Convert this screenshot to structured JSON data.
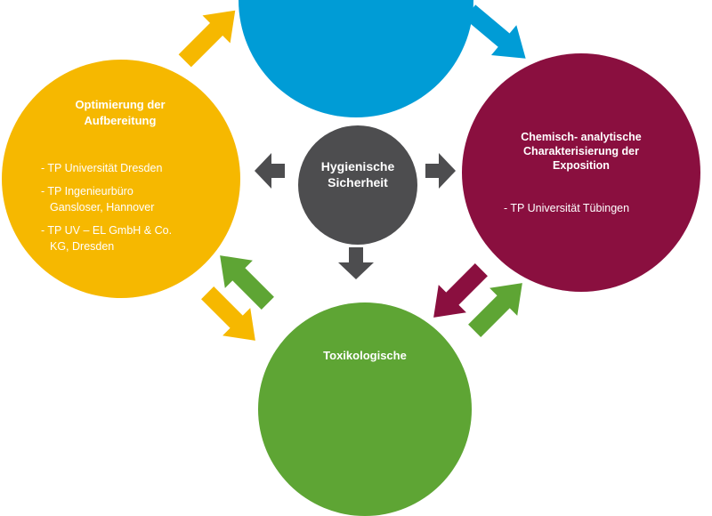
{
  "colors": {
    "center": "#4d4d4f",
    "top": "#009cd6",
    "left": "#f6b800",
    "right": "#8a0f3f",
    "bottom": "#5ea534",
    "gray_arrow": "#4d4d4f",
    "yellow_arrow": "#f6b800",
    "blue_arrow": "#009cd6",
    "maroon_arrow": "#8a0f3f",
    "green_arrow": "#5ea534"
  },
  "center": {
    "title_line1": "Hygienische",
    "title_line2": "Sicherheit"
  },
  "left": {
    "title_line1": "Optimierung der",
    "title_line2": "Aufbereitung",
    "items": [
      {
        "line1": "- TP Universität Dresden"
      },
      {
        "line1": "- TP Ingenieurbüro",
        "line2": "Gansloser, Hannover"
      },
      {
        "line1": "- TP UV – EL  GmbH & Co.",
        "line2": "KG, Dresden"
      }
    ]
  },
  "right": {
    "title_line1": "Chemisch- analytische",
    "title_line2": "Charakterisierung der",
    "title_line3": "Exposition",
    "items": [
      {
        "line1": "- TP Universität Tübingen"
      }
    ]
  },
  "bottom": {
    "title_partial": "Toxikologische"
  }
}
